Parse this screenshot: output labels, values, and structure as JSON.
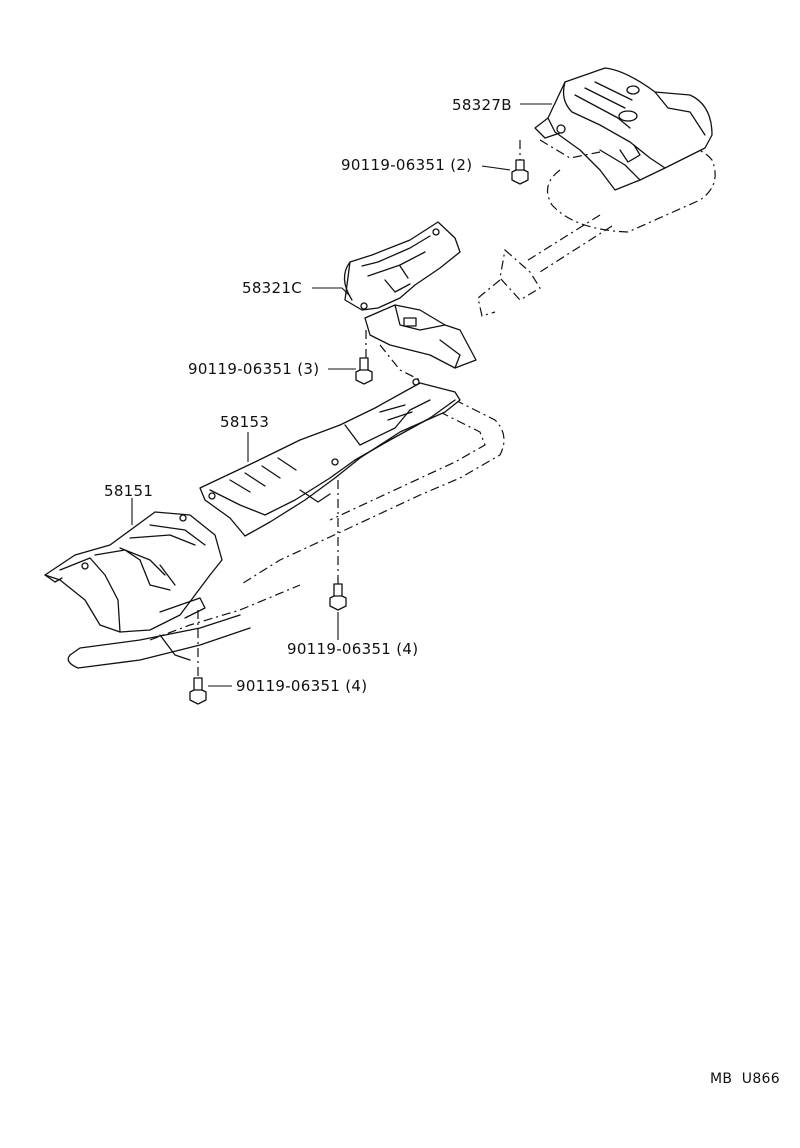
{
  "callouts": {
    "p58327b": "58327B",
    "bolt_rear": "90119-06351 (2)",
    "p58321c": "58321C",
    "bolt_mid": "90119-06351 (3)",
    "p58153": "58153",
    "p58151": "58151",
    "bolt_center": "90119-06351 (4)",
    "bolt_front": "90119-06351 (4)"
  },
  "footer": {
    "code": "MB  U866"
  }
}
